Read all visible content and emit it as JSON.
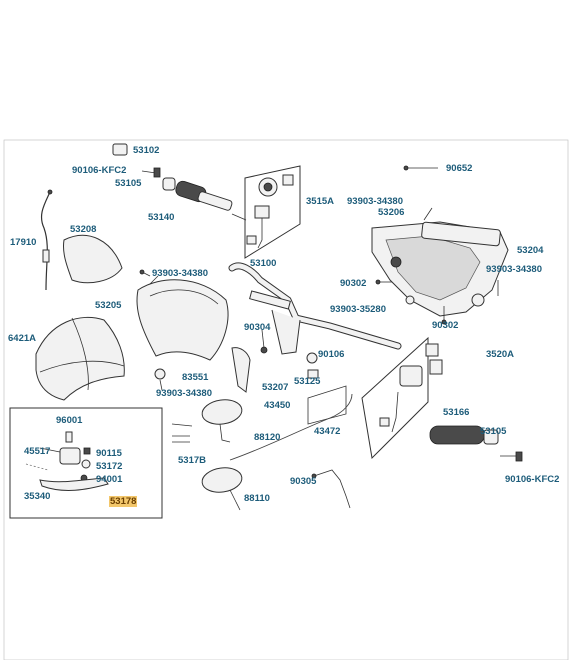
{
  "labels": {
    "p53102": "53102",
    "p90106kfc2_top": "90106-KFC2",
    "p53105_top": "53105",
    "p53140": "53140",
    "p3515A": "3515A",
    "p90652": "90652",
    "p93903_34380_a": "93903-34380",
    "p53206": "53206",
    "p53204": "53204",
    "p93903_34380_b": "93903-34380",
    "p17910": "17910",
    "p53208": "53208",
    "p93903_34380_c": "93903-34380",
    "p53100": "53100",
    "p90302_a": "90302",
    "p93903_35280": "93903-35280",
    "p90302_b": "90302",
    "p53205": "53205",
    "p90304": "90304",
    "p90106": "90106",
    "p3520A": "3520A",
    "p6421A": "6421A",
    "p83551": "83551",
    "p53125": "53125",
    "p53207": "53207",
    "p93903_34380_d": "93903-34380",
    "p43450": "43450",
    "p43472": "43472",
    "p53166": "53166",
    "p53105_right": "53105",
    "p96001": "96001",
    "p88120": "88120",
    "p45517": "45517",
    "p90115": "90115",
    "p53172": "53172",
    "p94001": "94001",
    "p5317B": "5317B",
    "p90106kfc2_right": "90106-KFC2",
    "p35340": "35340",
    "p53178": "53178",
    "p90305": "90305",
    "p88110": "88110"
  },
  "colors": {
    "label": "#1d5c7a",
    "highlight": "#f3c76b",
    "line": "#333333"
  }
}
